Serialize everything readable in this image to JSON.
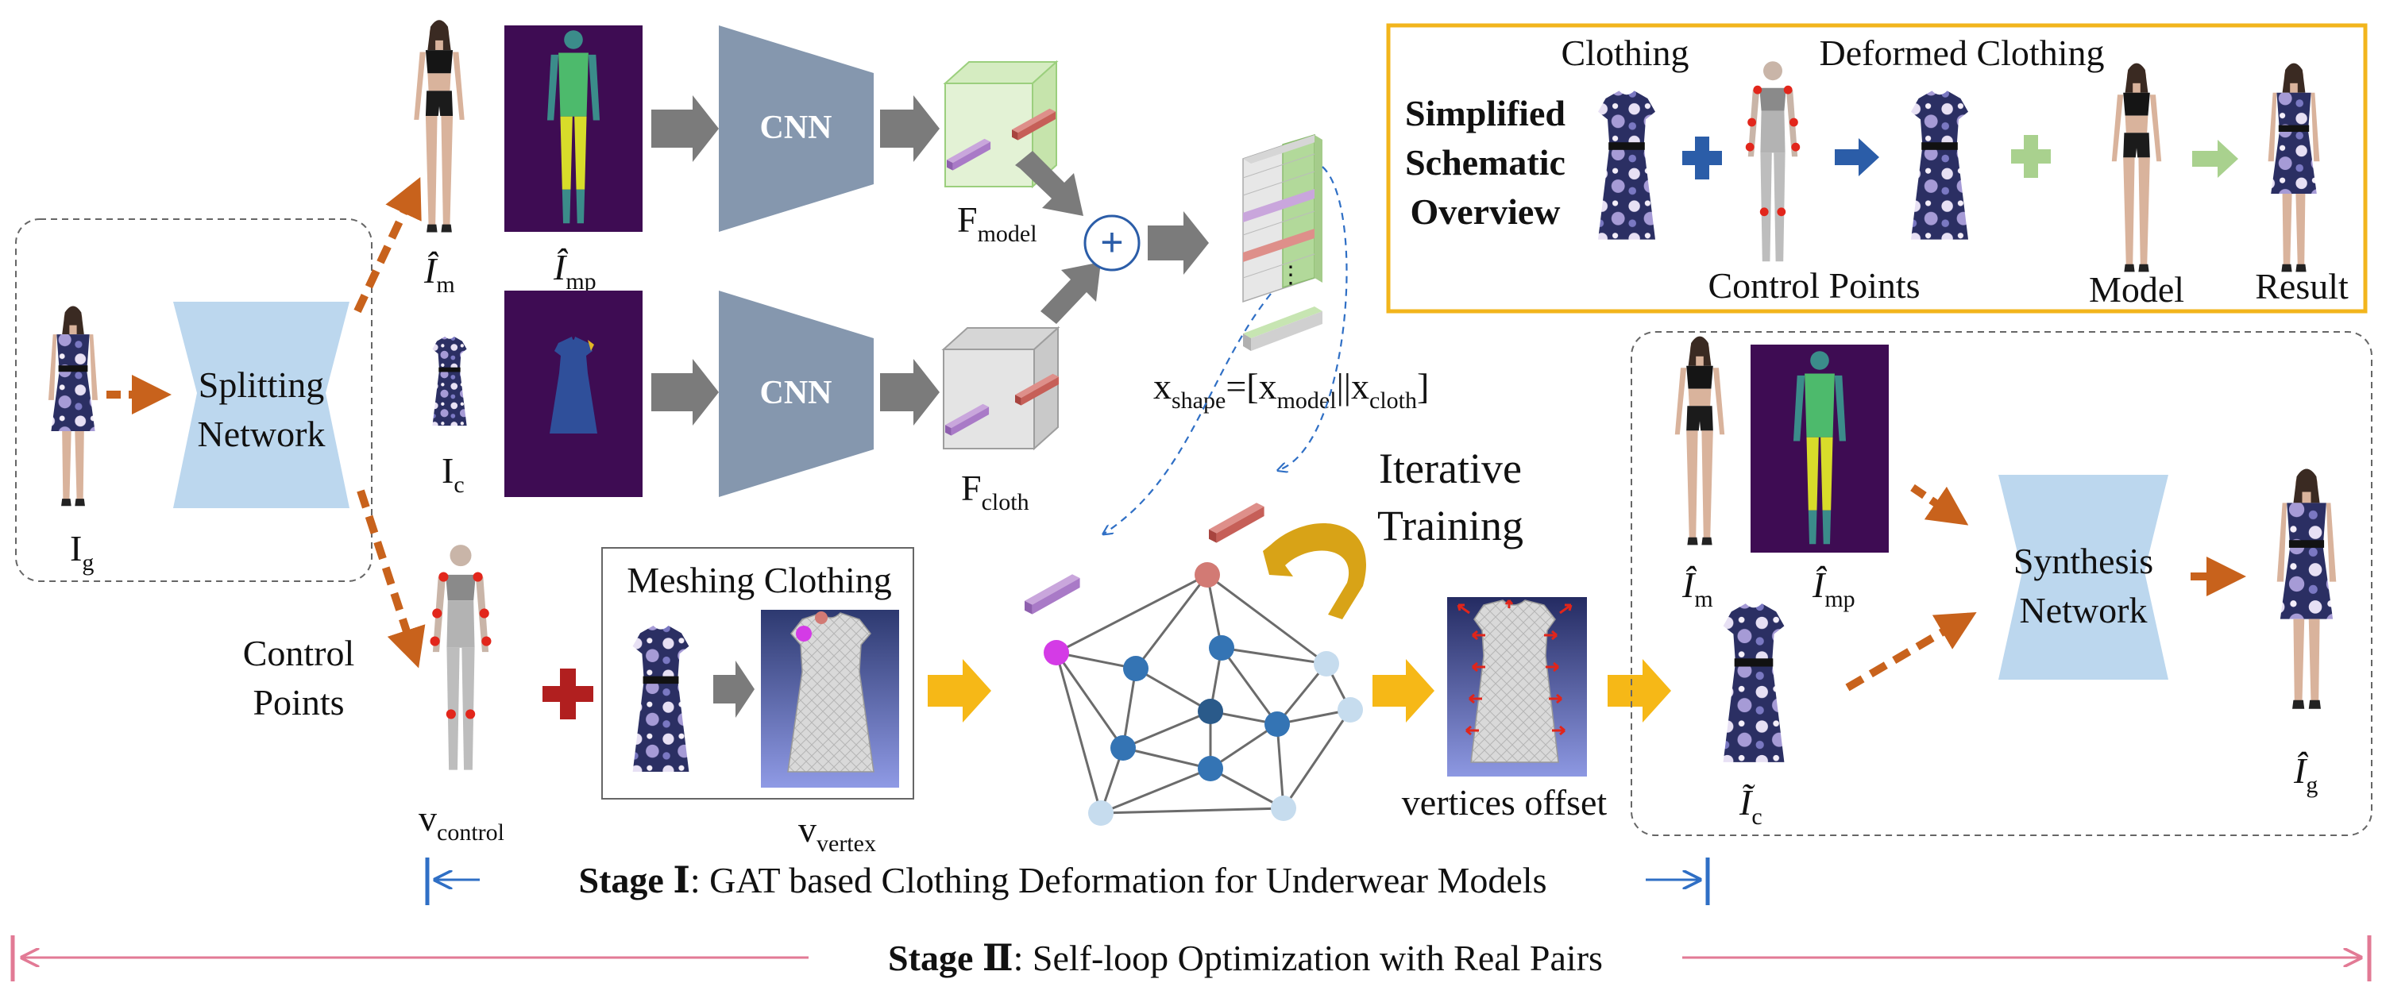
{
  "labels": {
    "i_g": "I",
    "i_g_sub": "g",
    "splitting_network": [
      "Splitting",
      "Network"
    ],
    "i_m_hat": "Î",
    "i_m_hat_sub": "m",
    "i_mp_hat": "Î",
    "i_mp_hat_sub": "mp",
    "i_c": "I",
    "i_c_sub": "c",
    "cnn_top": "CNN",
    "cnn_bottom": "CNN",
    "f_model": "F",
    "f_model_sub": "model",
    "f_cloth": "F",
    "f_cloth_sub": "cloth",
    "plus_symbol": "+",
    "x_shape": "x",
    "x_shape_sub": "shape",
    "x_shape_eq": "=[x",
    "x_model_sub": "model",
    "x_sep": "||x",
    "x_cloth_sub": "cloth",
    "x_close": "]",
    "iterative_training": [
      "Iterative",
      "Training"
    ],
    "control_points": [
      "Control",
      "Points"
    ],
    "v_control": "v",
    "v_control_sub": "control",
    "meshing_clothing": "Meshing Clothing",
    "v_vertex": "v",
    "v_vertex_sub": "vertex",
    "vertices_offset": "vertices offset",
    "synth_i_m_hat": "Î",
    "synth_i_m_hat_sub": "m",
    "synth_i_mp_hat": "Î",
    "synth_i_mp_hat_sub": "mp",
    "synth_i_c_tilde": "Ĩ",
    "synth_i_c_tilde_sub": "c",
    "synthesis_network": [
      "Synthesis",
      "Network"
    ],
    "i_g_hat": "Î",
    "i_g_hat_sub": "g"
  },
  "overview": {
    "title_lines": [
      "Simplified",
      "Schematic",
      "Overview"
    ],
    "clothing": "Clothing",
    "deformed_clothing": "Deformed Clothing",
    "control_points": "Control Points",
    "model": "Model",
    "result": "Result"
  },
  "stage1": {
    "bold": "Stage Ⅰ",
    "rest": ": GAT based Clothing Deformation for Underwear Models"
  },
  "stage2": {
    "bold": "Stage Ⅱ",
    "rest": ": Self-loop Optimization with Real Pairs"
  },
  "colors": {
    "orange_arrow": "#c8621c",
    "gray_arrow": "#7b7b7b",
    "yellow_arrow": "#f6b817",
    "network_blue": "#bcd7ee",
    "cnn_slate": "#8597ae",
    "overview_border": "#f2b51c",
    "stage_line_blue": "#2f6fc5",
    "stage2_line_pink": "#e27a95",
    "red_plus": "#b11f1f",
    "blue_plus": "#2b5da8",
    "green_plus": "#a9d18e",
    "parsing_bg": "#3e0c53",
    "graph_node_blue": "#3474b4",
    "graph_node_light": "#c6dcee",
    "graph_node_red": "#d27a74",
    "graph_node_magenta": "#d43be6"
  }
}
